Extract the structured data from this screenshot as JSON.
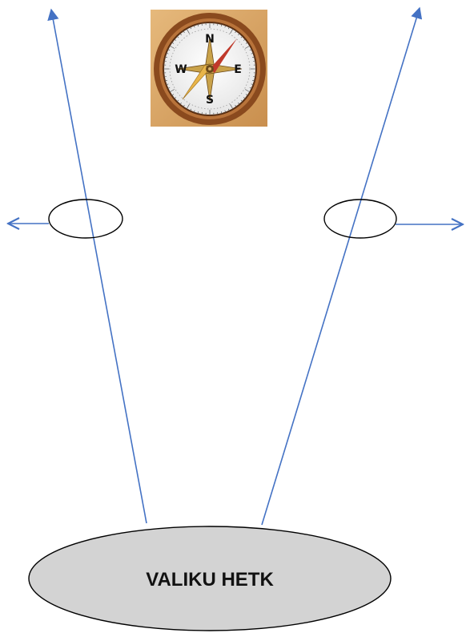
{
  "compass": {
    "north": "N",
    "south": "S",
    "east": "E",
    "west": "W",
    "wood_color": "#d9a86a",
    "rim_color": "#8a4a1e",
    "needle_north_color": "#c0392b",
    "needle_south_color": "#e8b54a"
  },
  "ground": {
    "label": "VALIKU HETK",
    "fill_color": "#d3d3d3"
  },
  "arrow_color": "#4472c4"
}
